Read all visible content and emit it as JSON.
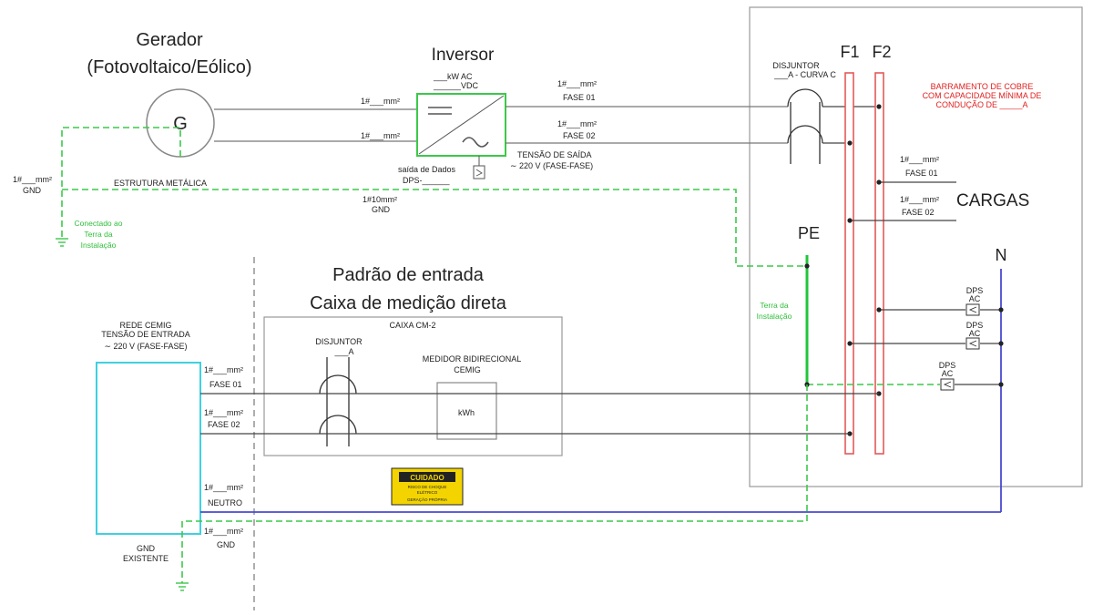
{
  "generator": {
    "title_line1": "Gerador",
    "title_line2": "(Fotovoltaico/Eólico)",
    "symbol": "G",
    "wire_top_label": "1#___mm²",
    "wire_bottom_label": "1#___mm²",
    "gnd_label_line1": "1#___mm²",
    "gnd_label_line2": "GND",
    "ground_note_line1": "Conectado ao",
    "ground_note_line2": "Terra da",
    "ground_note_line3": "Instalação"
  },
  "inverter": {
    "title": "Inversor",
    "rating_line1": "___kW   AC",
    "rating_line2": "______VDC",
    "data_output_line1": "saída de Dados",
    "data_output_line2": "DPS-______",
    "out_phase1_label_line1": "1#___mm²",
    "out_phase1_label_line2": "FASE 01",
    "out_phase2_label_line1": "1#___mm²",
    "out_phase2_label_line2": "FASE 02",
    "output_voltage_line1": "TENSÃO DE SAÍDA",
    "output_voltage_line2": "∼ 220 V (FASE-FASE)"
  },
  "structure": {
    "label": "ESTRUTURA METÁLICA",
    "gnd_label_line1": "1#10mm²",
    "gnd_label_line2": "GND"
  },
  "panel": {
    "breaker_line1": "DISJUNTOR",
    "breaker_line2": "___A - CURVA C",
    "bus_f1": "F1",
    "bus_f2": "F2",
    "busbar_note_line1": "BARRAMENTO DE COBRE",
    "busbar_note_line2": "COM CAPACIDADE MÍNIMA DE",
    "busbar_note_line3": "CONDUÇÃO DE _____A",
    "load_phase1_line1": "1#___mm²",
    "load_phase1_line2": "FASE 01",
    "load_phase2_line1": "1#___mm²",
    "load_phase2_line2": "FASE 02",
    "loads_label": "CARGAS",
    "pe_label": "PE",
    "n_label": "N",
    "earth_note_line1": "Terra da",
    "earth_note_line2": "Instalação",
    "dps1_line1": "DPS",
    "dps1_line2": "AC",
    "dps2_line1": "DPS",
    "dps2_line2": "AC",
    "dps3_line1": "DPS",
    "dps3_line2": "AC"
  },
  "entrance": {
    "title_line1": "Padrão de entrada",
    "title_line2": "Caixa de medição direta",
    "box_label": "CAIXA CM-2",
    "breaker_line1": "DISJUNTOR",
    "breaker_line2": "___A",
    "meter_line1": "MEDIDOR BIDIRECIONAL",
    "meter_line2": "CEMIG",
    "meter_unit": "kWh",
    "caution_title": "CUIDADO",
    "caution_line1": "RISCO DE CHOQUE",
    "caution_line2": "ELÉTRICO",
    "caution_line3": "GERAÇÃO PRÓPRIA"
  },
  "grid": {
    "title_line1": "REDE CEMIG",
    "title_line2": "TENSÃO DE ENTRADA",
    "title_line3": "∼ 220 V (FASE-FASE)",
    "phase1_line1": "1#___mm²",
    "phase1_line2": "FASE 01",
    "phase2_line1": "1#___mm²",
    "phase2_line2": "FASE 02",
    "neutral_line1": "1#___mm²",
    "neutral_line2": "NEUTRO",
    "gnd_line1": "1#___mm²",
    "gnd_line2": "GND",
    "existing_gnd_line1": "GND",
    "existing_gnd_line2": "EXISTENTE"
  },
  "colors": {
    "ground": "#3cc84a",
    "neutral": "#4a4acf",
    "busbar": "#e25a5a",
    "grid_box": "#3fd0e0",
    "inverter_box": "#3cc84a",
    "caution_bg": "#f3d400"
  }
}
